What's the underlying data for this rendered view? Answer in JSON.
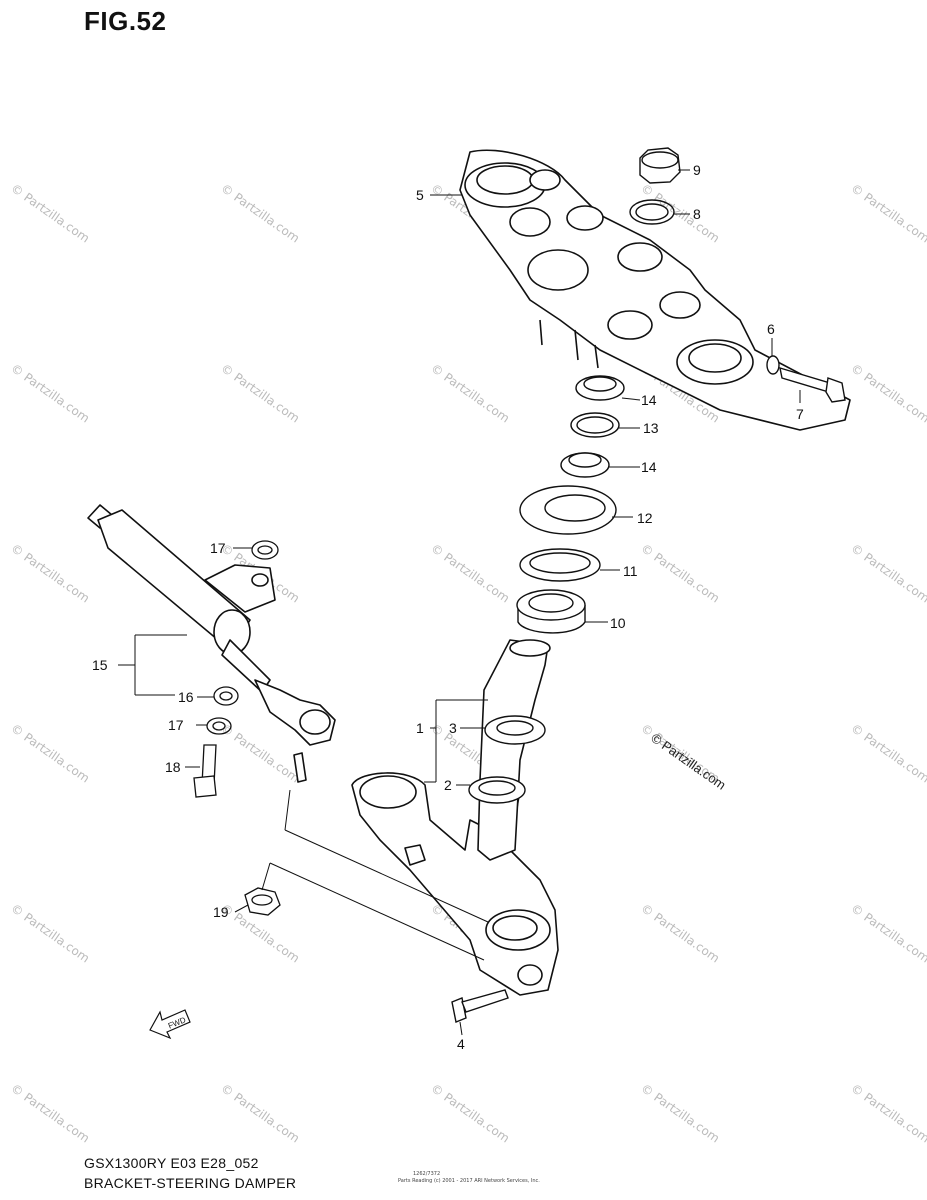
{
  "figure": {
    "title": "FIG.52",
    "model_code": "GSX1300RY E03 E28_052",
    "section_name": "BRACKET-STEERING DAMPER",
    "copyright_mark": "© Partzilla.com",
    "watermark_text": "© Partzilla.com",
    "fwd_label": "FWD",
    "footer_tiny_1": "1262/7372",
    "footer_tiny_2": "Parts Reading (c) 2001 - 2017 ARI Network Services, Inc."
  },
  "callouts": [
    {
      "id": "c1",
      "number": "1"
    },
    {
      "id": "c2",
      "number": "2"
    },
    {
      "id": "c3",
      "number": "3"
    },
    {
      "id": "c4",
      "number": "4"
    },
    {
      "id": "c5",
      "number": "5"
    },
    {
      "id": "c6",
      "number": "6"
    },
    {
      "id": "c7",
      "number": "7"
    },
    {
      "id": "c8",
      "number": "8"
    },
    {
      "id": "c9",
      "number": "9"
    },
    {
      "id": "c10",
      "number": "10"
    },
    {
      "id": "c11",
      "number": "11"
    },
    {
      "id": "c12",
      "number": "12"
    },
    {
      "id": "c13",
      "number": "13"
    },
    {
      "id": "c14a",
      "number": "14"
    },
    {
      "id": "c14b",
      "number": "14"
    },
    {
      "id": "c15",
      "number": "15"
    },
    {
      "id": "c16",
      "number": "16"
    },
    {
      "id": "c17a",
      "number": "17"
    },
    {
      "id": "c17b",
      "number": "17"
    },
    {
      "id": "c18",
      "number": "18"
    },
    {
      "id": "c19",
      "number": "19"
    }
  ],
  "colors": {
    "line": "#111111",
    "watermark": "#bbbbbb"
  }
}
